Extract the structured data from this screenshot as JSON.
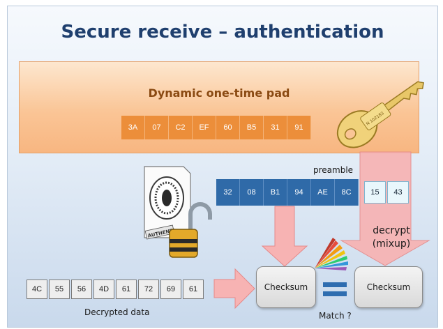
{
  "title": "Secure receive – authentication",
  "pad": {
    "title": "Dynamic one-time pad",
    "bytes": [
      "3A",
      "07",
      "C2",
      "EF",
      "60",
      "B5",
      "31",
      "91"
    ]
  },
  "received": {
    "preamble_label": "preamble",
    "bytes": [
      "32",
      "08",
      "B1",
      "94",
      "AE",
      "8C"
    ],
    "tail_bytes": [
      "15",
      "43"
    ]
  },
  "decrypt_label_line1": "decrypt",
  "decrypt_label_line2": "(mixup)",
  "decrypted": {
    "label": "Decrypted data",
    "bytes": [
      "4C",
      "55",
      "56",
      "4D",
      "61",
      "72",
      "69",
      "61"
    ]
  },
  "checksum_left": "Checksum",
  "checksum_right": "Checksum",
  "match_label": "Match ?",
  "icons": {
    "key": "key-icon",
    "certificate": "authenticity-certificate-icon",
    "padlock": "open-padlock-icon",
    "color_swatches": "color-swatch-fan-icon"
  }
}
